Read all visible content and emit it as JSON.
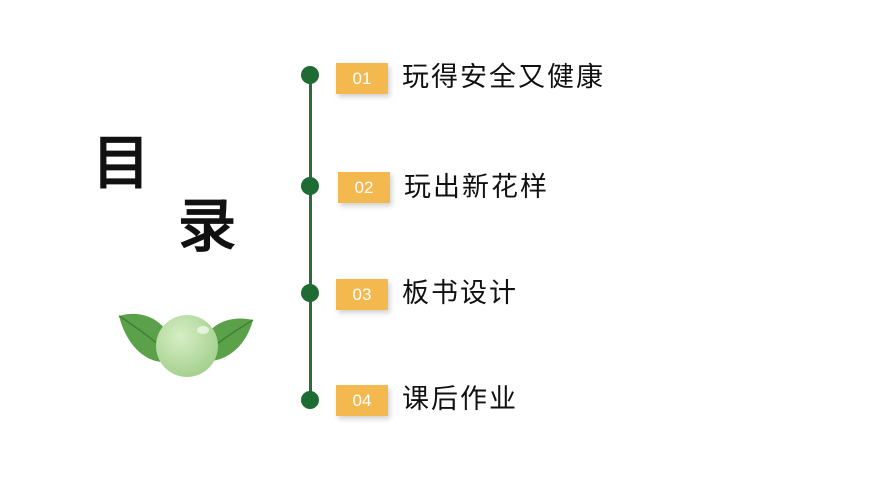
{
  "title": {
    "char1": "目",
    "char2": "录"
  },
  "menu": {
    "items": [
      {
        "number": "01",
        "label": "玩得安全又健康"
      },
      {
        "number": "02",
        "label": "玩出新花样"
      },
      {
        "number": "03",
        "label": "板书设计"
      },
      {
        "number": "04",
        "label": "课后作业"
      }
    ]
  },
  "colors": {
    "timeline": "#2e6b38",
    "dot": "#1f6b34",
    "badge": "#f3b94f",
    "leaf": "#5aa14a",
    "orb": "#b8dba0"
  },
  "icons": {
    "decoration": "leaf-orb-icon"
  }
}
